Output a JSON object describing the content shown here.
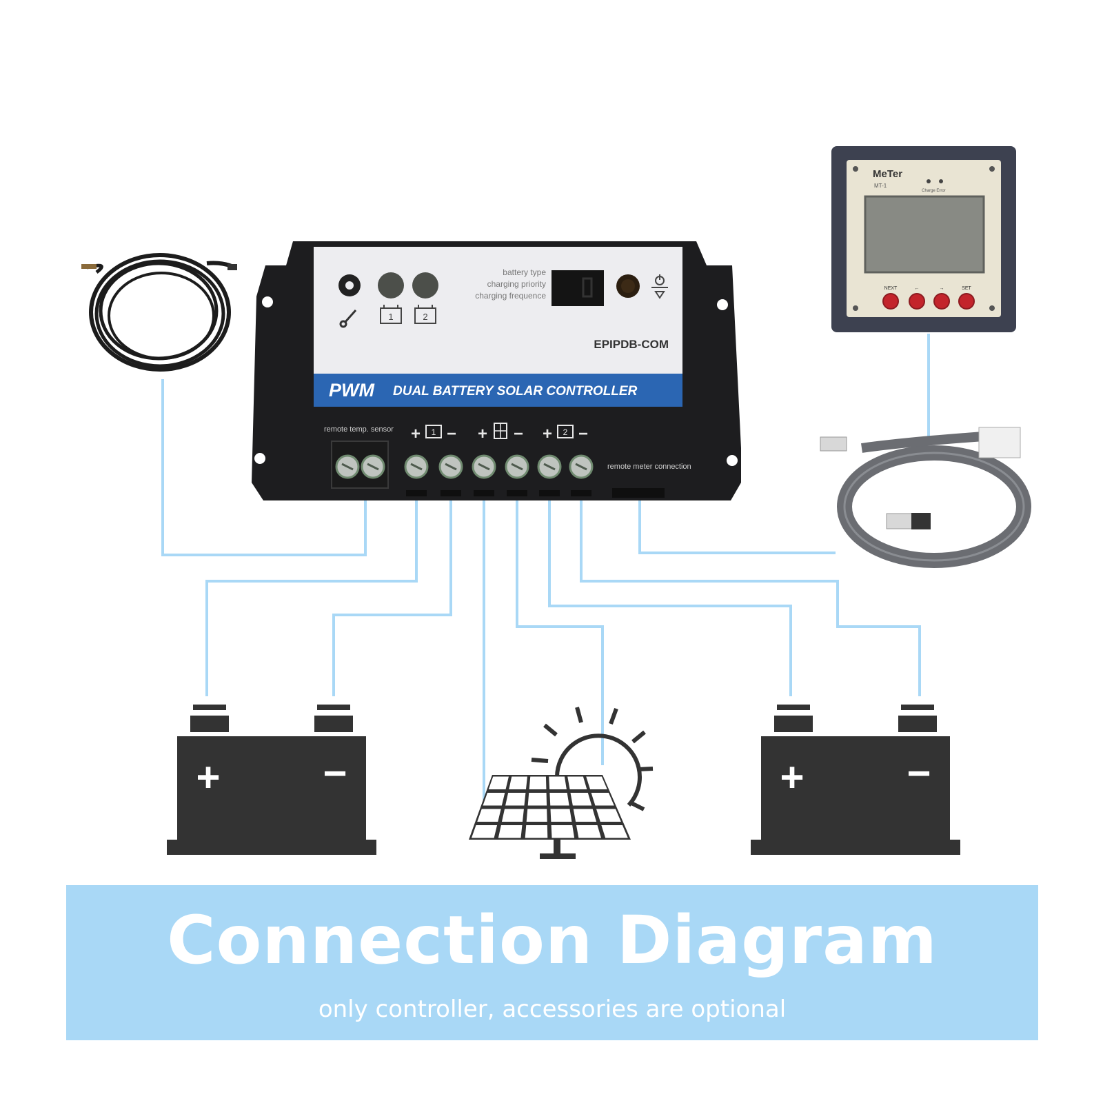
{
  "colors": {
    "wire": "#a9d8f6",
    "banner": "#a9d8f6",
    "device_body": "#1d1d1f",
    "faceplate": "#ededf0",
    "brand_strip": "#2b66b3",
    "icon_dark": "#333333"
  },
  "controller": {
    "indicator_lines": [
      "battery type",
      "charging priority",
      "charging frequence"
    ],
    "model": "EPIPDB-COM",
    "brand_bold": "PWM",
    "brand_title": "DUAL BATTERY SOLAR CONTROLLER",
    "temp_sensor_label": "remote temp. sensor",
    "meter_port_label": "remote meter connection",
    "battery_icon_labels": [
      "1",
      "2"
    ],
    "terminal_groups": [
      {
        "name": "battery-1",
        "plus": "+",
        "minus": "−",
        "mark": "1"
      },
      {
        "name": "solar-panel",
        "plus": "+",
        "minus": "−",
        "mark": ""
      },
      {
        "name": "battery-2",
        "plus": "+",
        "minus": "−",
        "mark": "2"
      }
    ]
  },
  "meter": {
    "brand": "MeTer",
    "model": "MT-1",
    "led_labels": [
      "Charge",
      "Error"
    ],
    "buttons": [
      "NEXT",
      "←",
      "→",
      "SET"
    ]
  },
  "batteries": [
    {
      "plus": "+",
      "minus": "−"
    },
    {
      "plus": "+",
      "minus": "−"
    }
  ],
  "banner": {
    "title": "Connection Diagram",
    "subtitle": "only controller, accessories are optional"
  }
}
